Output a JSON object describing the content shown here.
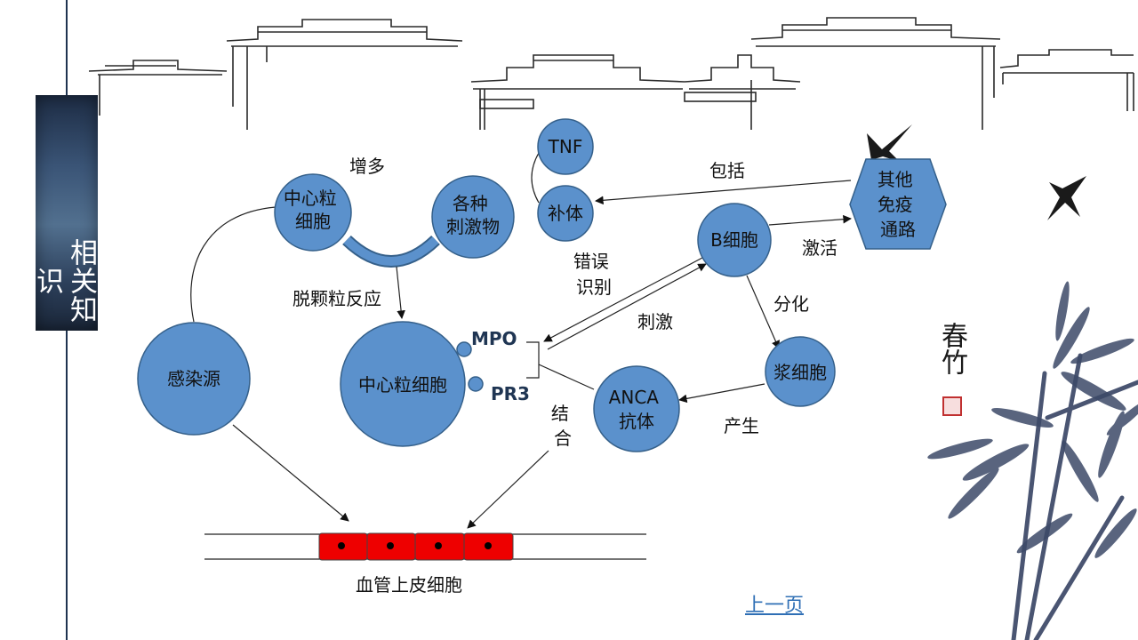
{
  "side_tab": {
    "title": "相关知识"
  },
  "decor": {
    "seal_text": "春竹"
  },
  "nav": {
    "prev_page": "上一页"
  },
  "diagram": {
    "nodes": {
      "neutrophil_top": "中心粒细胞",
      "stimuli": "各种刺激物",
      "tnf": "TNF",
      "complement": "补体",
      "b_cell": "B细胞",
      "other_pathways": "其他免疫通路",
      "infection_source": "感染源",
      "neutrophil_main": "中心粒细胞",
      "mpo": "MPO",
      "pr3": "PR3",
      "plasma_cell": "浆细胞",
      "anca_antibody": "ANCA抗体",
      "endothelium": "血管上皮细胞"
    },
    "labels": {
      "increase": "增多",
      "degranulation": "脱颗粒反应",
      "include": "包括",
      "activate": "激活",
      "misrecognition": "错误识别",
      "stimulate": "刺激",
      "differentiate": "分化",
      "produce": "产生",
      "bind": "结合"
    }
  }
}
